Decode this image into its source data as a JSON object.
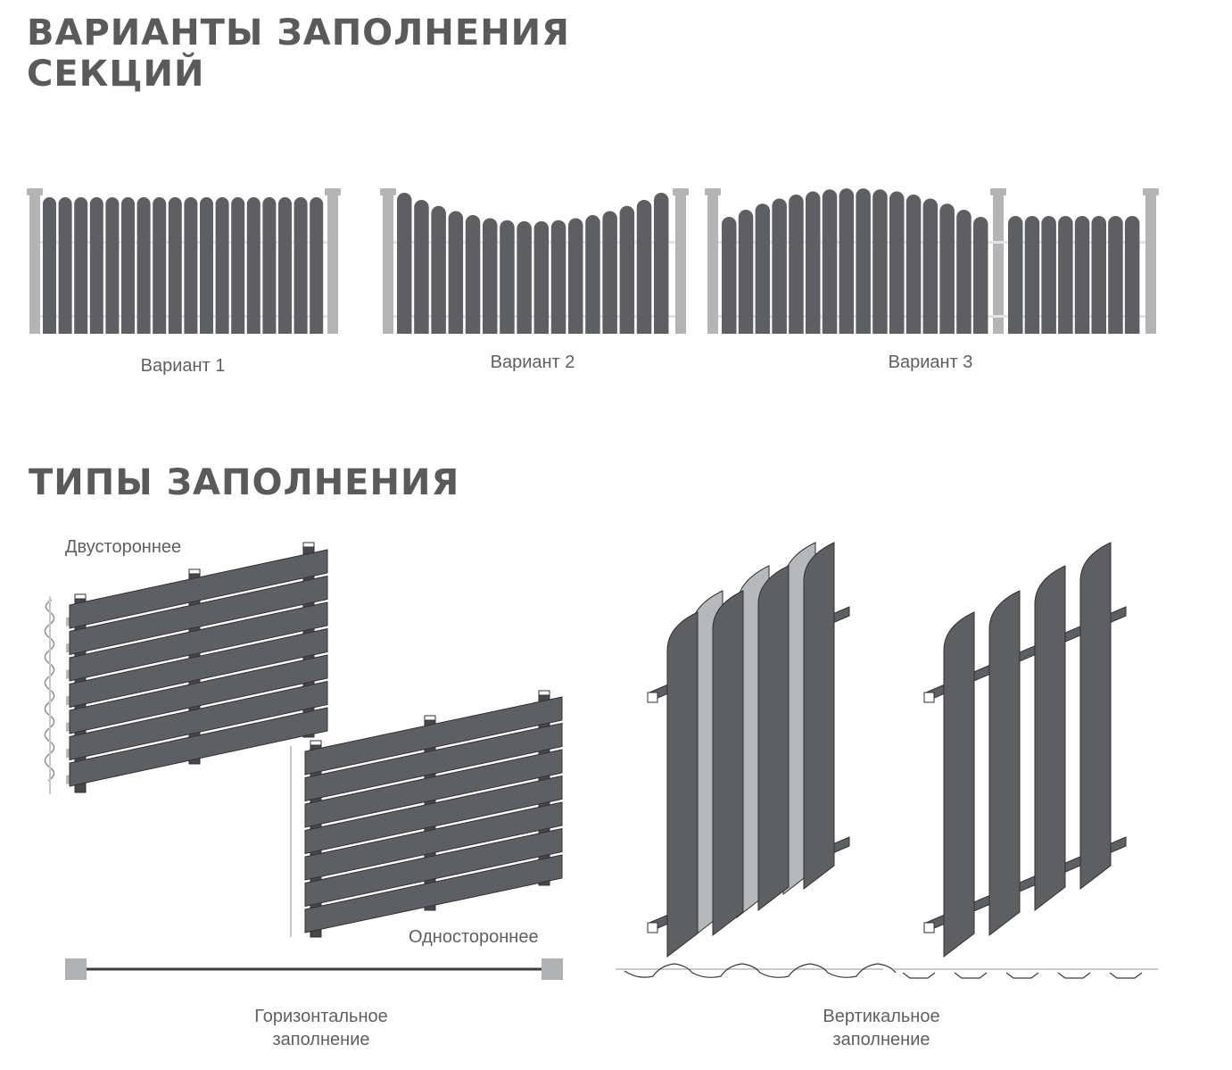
{
  "section1": {
    "title_line1": "ВАРИАНТЫ ЗАПОЛНЕНИЯ",
    "title_line2": "СЕКЦИЙ",
    "variants": [
      "Вариант 1",
      "Вариант 2",
      "Вариант 3"
    ]
  },
  "section2": {
    "title": "ТИПЫ ЗАПОЛНЕНИЯ",
    "double_sided": "Двустороннее",
    "single_sided": "Одностороннее",
    "horizontal_line1": "Горизонтальное",
    "horizontal_line2": "заполнение",
    "vertical_line1": "Вертикальное",
    "vertical_line2": "заполнение"
  },
  "colors": {
    "picket": "#5e5f62",
    "post": "#b4b4b6",
    "picket_back": "#b7b8ba",
    "text": "#5a5a5c"
  }
}
